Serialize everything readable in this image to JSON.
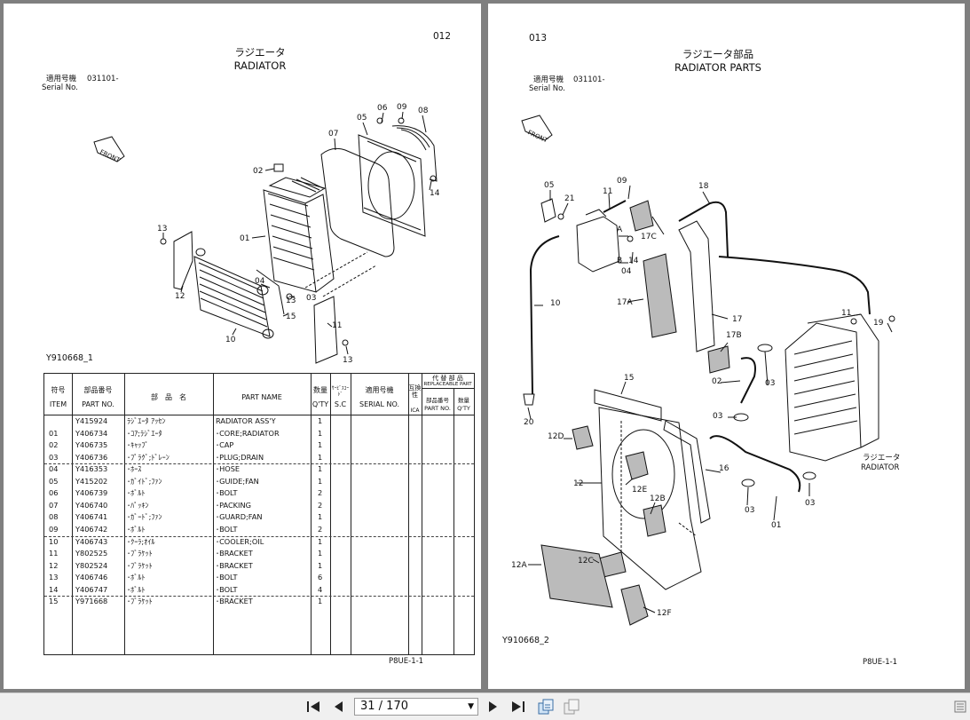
{
  "left_page": {
    "page_number": "012",
    "title_jp": "ラジエータ",
    "title_en": "RADIATOR",
    "serial_label_jp": "適用号機",
    "serial_label_en": "Serial No.",
    "serial_value": "031101-",
    "front_label": "FRONT",
    "figure_id": "Y910668_1",
    "footer_code": "P8UE-1-1",
    "callouts": [
      "02",
      "05",
      "06",
      "09",
      "08",
      "07",
      "14",
      "01",
      "13",
      "12",
      "04",
      "03",
      "15",
      "10",
      "11",
      "13"
    ],
    "table": {
      "headers": {
        "item_jp": "符号",
        "item_en": "ITEM",
        "part_no_jp": "部品番号",
        "part_no_en": "PART NO.",
        "name_jp": "部　品　名",
        "name_en": "PART NAME",
        "qty_jp": "数量",
        "qty_en": "Q'TY",
        "sc_jp": "ｻｰﾋﾞｽｺｰﾄﾞ",
        "sc_en": "S.C",
        "serial_jp": "適用号機",
        "serial_en": "SERIAL NO.",
        "interchange": "互換性",
        "ica": "ICA",
        "replaceable_jp": "代 替 部 品",
        "replaceable_en": "REPLACEABLE PART",
        "rp_part_jp": "部品番号",
        "rp_part_en": "PART NO.",
        "rp_qty_jp": "数量",
        "rp_qty_en": "Q'TY"
      },
      "rows": [
        {
          "item": "",
          "part": "Y415924",
          "jp": "ﾗｼﾞｴｰﾀ ｱｯｾﾝ",
          "en": "RADIATOR ASS'Y",
          "qty": "1"
        },
        {
          "item": "01",
          "part": "Y406734",
          "jp": "･ｺｱ;ﾗｼﾞｴｰﾀ",
          "en": "･CORE;RADIATOR",
          "qty": "1"
        },
        {
          "item": "02",
          "part": "Y406735",
          "jp": "･ｷｬｯﾌﾟ",
          "en": "･CAP",
          "qty": "1"
        },
        {
          "item": "03",
          "part": "Y406736",
          "jp": "･ﾌﾟﾗｸﾞ;ﾄﾞﾚｰﾝ",
          "en": "･PLUG;DRAIN",
          "qty": "1"
        },
        {
          "item": "04",
          "part": "Y416353",
          "jp": "･ﾎｰｽ",
          "en": "･HOSE",
          "qty": "1"
        },
        {
          "item": "05",
          "part": "Y415202",
          "jp": "･ｶﾞｲﾄﾞ;ﾌｧﾝ",
          "en": "･GUIDE;FAN",
          "qty": "1"
        },
        {
          "item": "06",
          "part": "Y406739",
          "jp": "･ﾎﾞﾙﾄ",
          "en": "･BOLT",
          "qty": "2"
        },
        {
          "item": "07",
          "part": "Y406740",
          "jp": "･ﾊﾟｯｷﾝ",
          "en": "･PACKING",
          "qty": "2"
        },
        {
          "item": "08",
          "part": "Y406741",
          "jp": "･ｶﾞｰﾄﾞ;ﾌｧﾝ",
          "en": "･GUARD;FAN",
          "qty": "1"
        },
        {
          "item": "09",
          "part": "Y406742",
          "jp": "･ﾎﾞﾙﾄ",
          "en": "･BOLT",
          "qty": "2"
        },
        {
          "item": "10",
          "part": "Y406743",
          "jp": "･ｸｰﾗ;ｵｲﾙ",
          "en": "･COOLER;OIL",
          "qty": "1"
        },
        {
          "item": "11",
          "part": "Y802525",
          "jp": "･ﾌﾞﾗｹｯﾄ",
          "en": "･BRACKET",
          "qty": "1"
        },
        {
          "item": "12",
          "part": "Y802524",
          "jp": "･ﾌﾞﾗｹｯﾄ",
          "en": "･BRACKET",
          "qty": "1"
        },
        {
          "item": "13",
          "part": "Y406746",
          "jp": "･ﾎﾞﾙﾄ",
          "en": "･BOLT",
          "qty": "6"
        },
        {
          "item": "14",
          "part": "Y406747",
          "jp": "･ﾎﾞﾙﾄ",
          "en": "･BOLT",
          "qty": "4"
        },
        {
          "item": "15",
          "part": "Y971668",
          "jp": "･ﾌﾞﾗｹｯﾄ",
          "en": "･BRACKET",
          "qty": "1"
        }
      ]
    }
  },
  "right_page": {
    "page_number": "013",
    "title_jp": "ラジエータ部品",
    "title_en": "RADIATOR PARTS",
    "serial_label_jp": "適用号機",
    "serial_label_en": "Serial No.",
    "serial_value": "031101-",
    "front_label": "FRONT",
    "figure_id": "Y910668_2",
    "footer_code": "P8UE-1-1",
    "radiator_label_jp": "ラジエータ",
    "radiator_label_en": "RADIATOR",
    "callouts": [
      "05",
      "21",
      "11",
      "09",
      "18",
      "A",
      "B",
      "17C",
      "14",
      "04",
      "17A",
      "17",
      "17B",
      "10",
      "11",
      "19",
      "02",
      "03",
      "03",
      "15",
      "20",
      "12D",
      "16",
      "12E",
      "12",
      "12B",
      "03",
      "01",
      "03",
      "12A",
      "12C",
      "12F"
    ]
  },
  "toolbar": {
    "page_indicator": "31 / 170",
    "first_page": "first-page",
    "prev_page": "previous-page",
    "next_page": "next-page",
    "last_page": "last-page"
  }
}
